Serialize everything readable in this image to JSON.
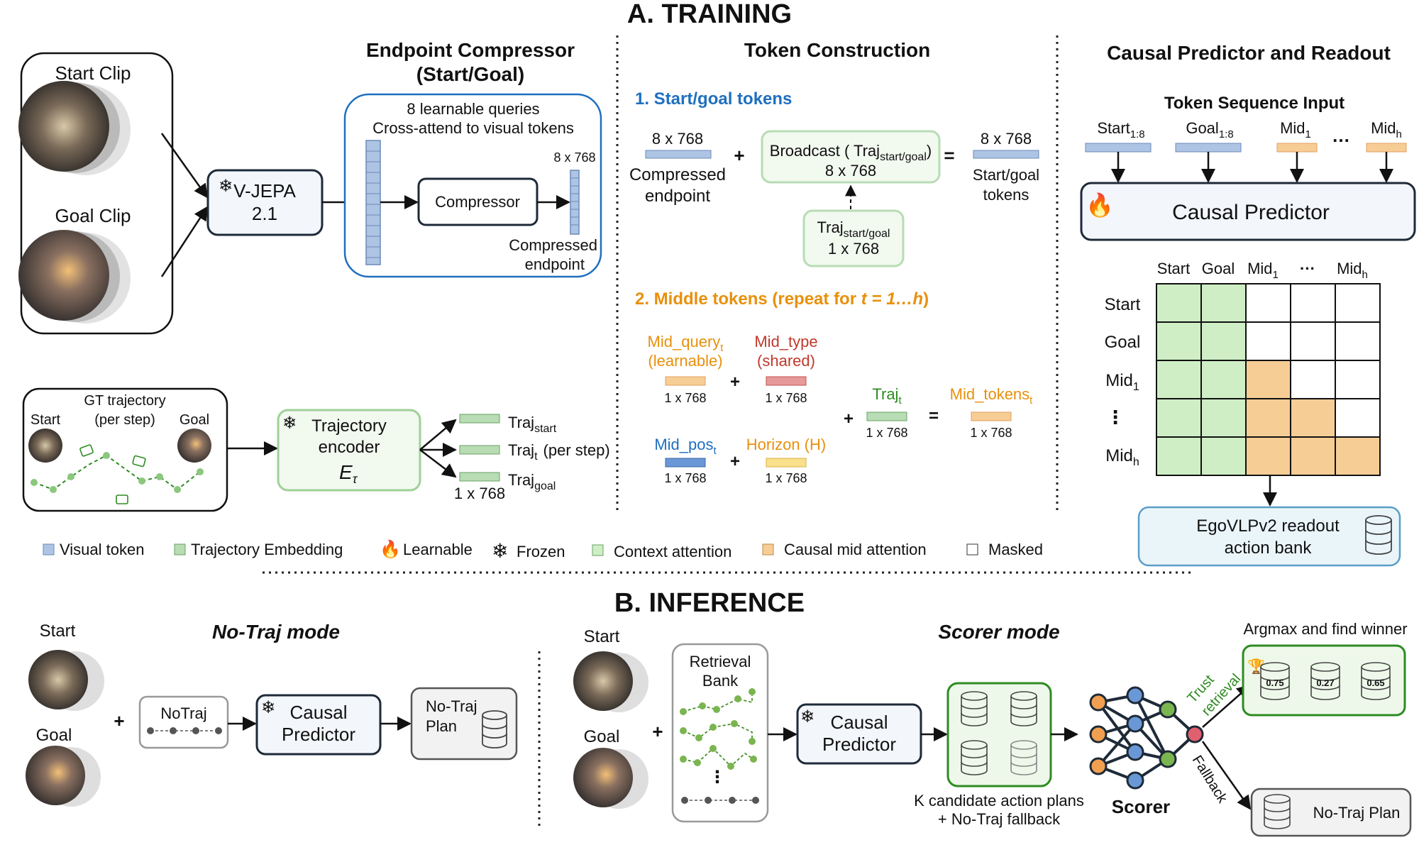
{
  "training": {
    "section_title": "A. TRAINING",
    "start_clip": "Start Clip",
    "goal_clip": "Goal Clip",
    "vjepa": [
      "V-JEPA",
      "2.1"
    ],
    "endpoint_compressor": {
      "title_line1": "Endpoint Compressor",
      "title_line2": "(Start/Goal)",
      "desc_line1": "8 learnable queries",
      "desc_line2": "Cross-attend to visual tokens",
      "dims": "8 x 768",
      "compressor": "Compressor",
      "out_line1": "Compressed",
      "out_line2": "endpoint"
    },
    "gt_trajectory": {
      "title_line1": "GT trajectory",
      "title_line2": "(per step)",
      "start": "Start",
      "goal": "Goal"
    },
    "traj_encoder": {
      "line1": "Trajectory",
      "line2": "encoder",
      "symbol": "E",
      "sub": "τ"
    },
    "traj_outputs": {
      "traj": "Traj",
      "start_sub": "start",
      "t_sub": "t",
      "t_suffix": "(per step)",
      "goal_sub": "goal",
      "dims": "1 x 768"
    },
    "token_construction": {
      "title": "Token Construction",
      "step1": "1.  Start/goal tokens",
      "dims8": "8 x 768",
      "compressed_line1": "Compressed",
      "compressed_line2": "endpoint",
      "plus": "+",
      "equals": "=",
      "broadcast_pre": "Broadcast ( Traj",
      "broadcast_sub": "start/goal",
      "broadcast_post": ")",
      "traj": "Traj",
      "traj_sub": "start/goal",
      "dims1": "1 x 768",
      "sg_line1": "Start/goal",
      "sg_line2": "tokens",
      "step2_pre": "2.  Middle tokens (repeat for ",
      "step2_var": "t = 1…h",
      "step2_post": ")",
      "mid_query": "Mid_query",
      "mid_query_sub": "t",
      "learnable": "(learnable)",
      "mid_type": "Mid_type",
      "shared": "(shared)",
      "mid_pos": "Mid_pos",
      "mid_pos_sub": "t",
      "horizon": "Horizon (H)",
      "traj_t_sub": "t",
      "mid_tokens": "Mid_tokens",
      "mid_tokens_sub": "t"
    },
    "causal": {
      "title": "Causal Predictor and Readout",
      "seq_title": "Token Sequence Input",
      "start": "Start",
      "goal": "Goal",
      "sub18": "1:8",
      "mid": "Mid",
      "sub1": "1",
      "subh": "h",
      "dots": "…",
      "predictor": "Causal Predictor",
      "cols": [
        "Start",
        "Goal",
        "Mid",
        "···",
        "Mid"
      ],
      "rows": [
        "Start",
        "Goal",
        "Mid",
        "⋮",
        "Mid"
      ],
      "readout_line1": "EgoVLPv2 readout",
      "readout_line2": "action bank"
    },
    "legend": [
      {
        "label": "Visual token",
        "color": "#aec4e4"
      },
      {
        "label": "Trajectory Embedding",
        "color": "#b8dcb4"
      },
      {
        "label": "Learnable",
        "color": ""
      },
      {
        "label": "Frozen",
        "color": ""
      },
      {
        "label": "Context attention",
        "color": "#cfeec6"
      },
      {
        "label": "Causal mid attention",
        "color": "#f7cd96"
      },
      {
        "label": "Masked",
        "color": "#ffffff"
      }
    ]
  },
  "inference": {
    "section_title": "B. INFERENCE",
    "notraj_mode": "No-Traj mode",
    "scorer_mode": "Scorer mode",
    "start": "Start",
    "goal": "Goal",
    "plus": "+",
    "notraj": "NoTraj",
    "causal_line1": "Causal",
    "causal_line2": "Predictor",
    "notraj_plan_line1": "No-Traj",
    "notraj_plan_line2": "Plan",
    "retrieval_line1": "Retrieval",
    "retrieval_line2": "Bank",
    "k_line1": "K candidate action plans",
    "k_line2": "+ No-Traj fallback",
    "scorer": "Scorer",
    "trust_line1": "Trust",
    "trust_line2": "retrieval",
    "fallback": "Fallback",
    "argmax": "Argmax and find winner",
    "scores": [
      "0.75",
      "0.27",
      "0.65"
    ],
    "notraj_plan_right": "No-Traj Plan"
  },
  "colors": {
    "visual_token": "#aec4e4",
    "traj_embedding": "#b8dcb4",
    "context_attention": "#cfeec6",
    "causal_mid": "#f7cd96",
    "blue_box": "#1f6fbf",
    "orange_text": "#e8900c",
    "red_text": "#c0392b",
    "green_text": "#2e8b22"
  }
}
